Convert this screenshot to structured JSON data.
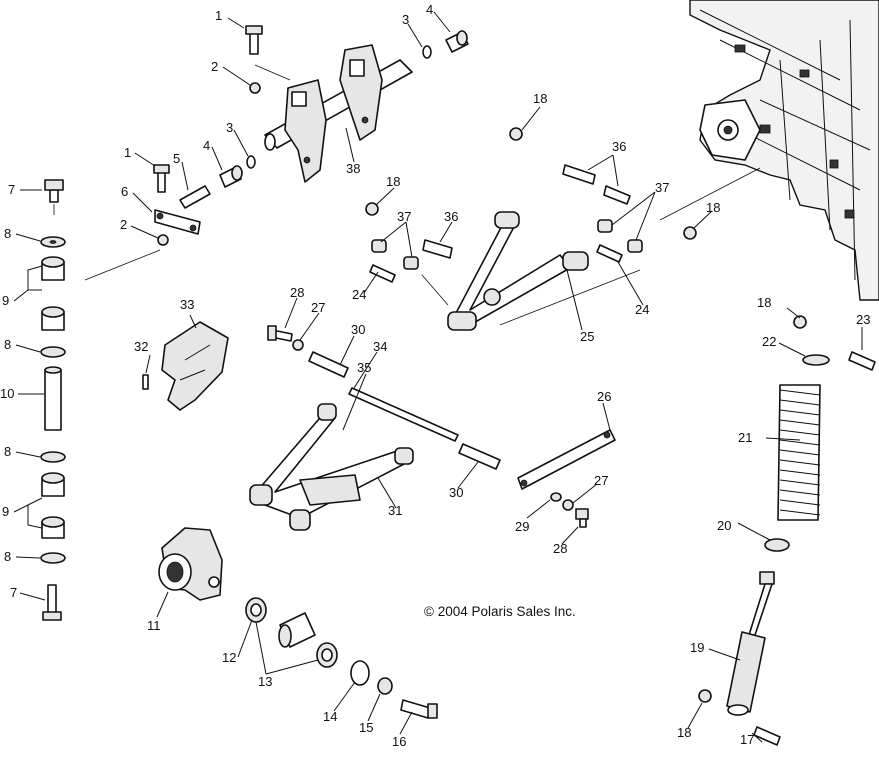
{
  "copyright": "© 2004 Polaris Sales Inc.",
  "callouts": [
    {
      "id": "c1a",
      "text": "1"
    },
    {
      "id": "c1b",
      "text": "1"
    },
    {
      "id": "c2a",
      "text": "2"
    },
    {
      "id": "c2b",
      "text": "2"
    },
    {
      "id": "c3a",
      "text": "3"
    },
    {
      "id": "c3b",
      "text": "3"
    },
    {
      "id": "c4a",
      "text": "4"
    },
    {
      "id": "c4b",
      "text": "4"
    },
    {
      "id": "c5",
      "text": "5"
    },
    {
      "id": "c6",
      "text": "6"
    },
    {
      "id": "c7a",
      "text": "7"
    },
    {
      "id": "c7b",
      "text": "7"
    },
    {
      "id": "c8a",
      "text": "8"
    },
    {
      "id": "c8b",
      "text": "8"
    },
    {
      "id": "c8c",
      "text": "8"
    },
    {
      "id": "c8d",
      "text": "8"
    },
    {
      "id": "c9a",
      "text": "9"
    },
    {
      "id": "c9b",
      "text": "9"
    },
    {
      "id": "c10",
      "text": "10"
    },
    {
      "id": "c11",
      "text": "11"
    },
    {
      "id": "c12",
      "text": "12"
    },
    {
      "id": "c13",
      "text": "13"
    },
    {
      "id": "c14",
      "text": "14"
    },
    {
      "id": "c15",
      "text": "15"
    },
    {
      "id": "c16",
      "text": "16"
    },
    {
      "id": "c17",
      "text": "17"
    },
    {
      "id": "c18a",
      "text": "18"
    },
    {
      "id": "c18b",
      "text": "18"
    },
    {
      "id": "c18c",
      "text": "18"
    },
    {
      "id": "c18d",
      "text": "18"
    },
    {
      "id": "c18e",
      "text": "18"
    },
    {
      "id": "c19",
      "text": "19"
    },
    {
      "id": "c20",
      "text": "20"
    },
    {
      "id": "c21",
      "text": "21"
    },
    {
      "id": "c22",
      "text": "22"
    },
    {
      "id": "c23",
      "text": "23"
    },
    {
      "id": "c24a",
      "text": "24"
    },
    {
      "id": "c24b",
      "text": "24"
    },
    {
      "id": "c25",
      "text": "25"
    },
    {
      "id": "c26",
      "text": "26"
    },
    {
      "id": "c27a",
      "text": "27"
    },
    {
      "id": "c27b",
      "text": "27"
    },
    {
      "id": "c28a",
      "text": "28"
    },
    {
      "id": "c28b",
      "text": "28"
    },
    {
      "id": "c29",
      "text": "29"
    },
    {
      "id": "c30a",
      "text": "30"
    },
    {
      "id": "c30b",
      "text": "30"
    },
    {
      "id": "c31",
      "text": "31"
    },
    {
      "id": "c32",
      "text": "32"
    },
    {
      "id": "c33",
      "text": "33"
    },
    {
      "id": "c34",
      "text": "34"
    },
    {
      "id": "c35",
      "text": "35"
    },
    {
      "id": "c36a",
      "text": "36"
    },
    {
      "id": "c36b",
      "text": "36"
    },
    {
      "id": "c37a",
      "text": "37"
    },
    {
      "id": "c37b",
      "text": "37"
    },
    {
      "id": "c38",
      "text": "38"
    }
  ]
}
